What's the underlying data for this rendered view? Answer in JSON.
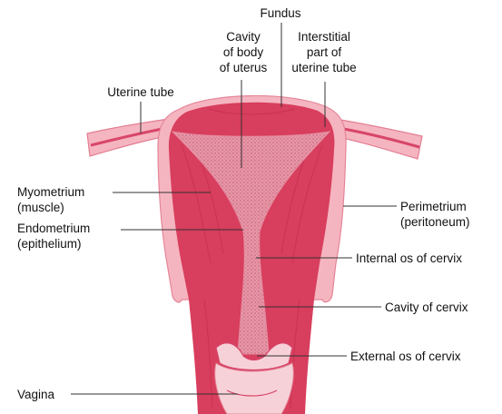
{
  "labels": {
    "fundus": "Fundus",
    "cavity_body": [
      "Cavity",
      "of body",
      "of uterus"
    ],
    "interstitial": [
      "Interstitial",
      "part of",
      "uterine tube"
    ],
    "uterine_tube": "Uterine tube",
    "myometrium": [
      "Myometrium",
      "(muscle)"
    ],
    "endometrium": [
      "Endometrium",
      "(epithelium)"
    ],
    "perimetrium": [
      "Perimetrium",
      "(peritoneum)"
    ],
    "internal_os": "Internal os of cervix",
    "cavity_cervix": "Cavity of cervix",
    "external_os": "External os of cervix",
    "vagina": "Vagina"
  },
  "colors": {
    "perimetrium": "#f5b5c0",
    "muscle": "#d83e5d",
    "muscle_dark": "#c22f4f",
    "cavity": "#e89aaa",
    "cavity_texture": "#c9566f",
    "vagina_inner": "#f6d2d8"
  }
}
